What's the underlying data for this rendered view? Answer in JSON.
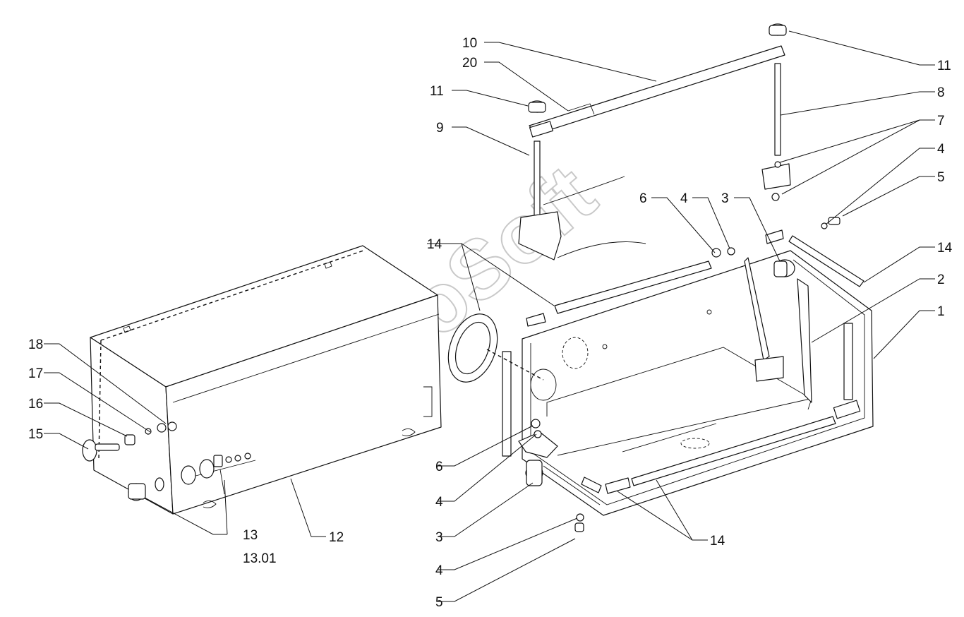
{
  "diagram": {
    "watermark": "AutoSoft",
    "labels": {
      "l10": "10",
      "l20": "20",
      "l11a": "11",
      "l9": "9",
      "l11b": "11",
      "l8": "8",
      "l7": "7",
      "l4a": "4",
      "l5a": "5",
      "l6a": "6",
      "l4b": "4",
      "l3a": "3",
      "l14a": "14",
      "l14b": "14",
      "l2": "2",
      "l1": "1",
      "l18": "18",
      "l17": "17",
      "l16": "16",
      "l15": "15",
      "l6b": "6",
      "l4c": "4",
      "l3b": "3",
      "l4d": "4",
      "l5b": "5",
      "l13": "13",
      "l1301": "13.01",
      "l12": "12",
      "l14c": "14"
    }
  }
}
